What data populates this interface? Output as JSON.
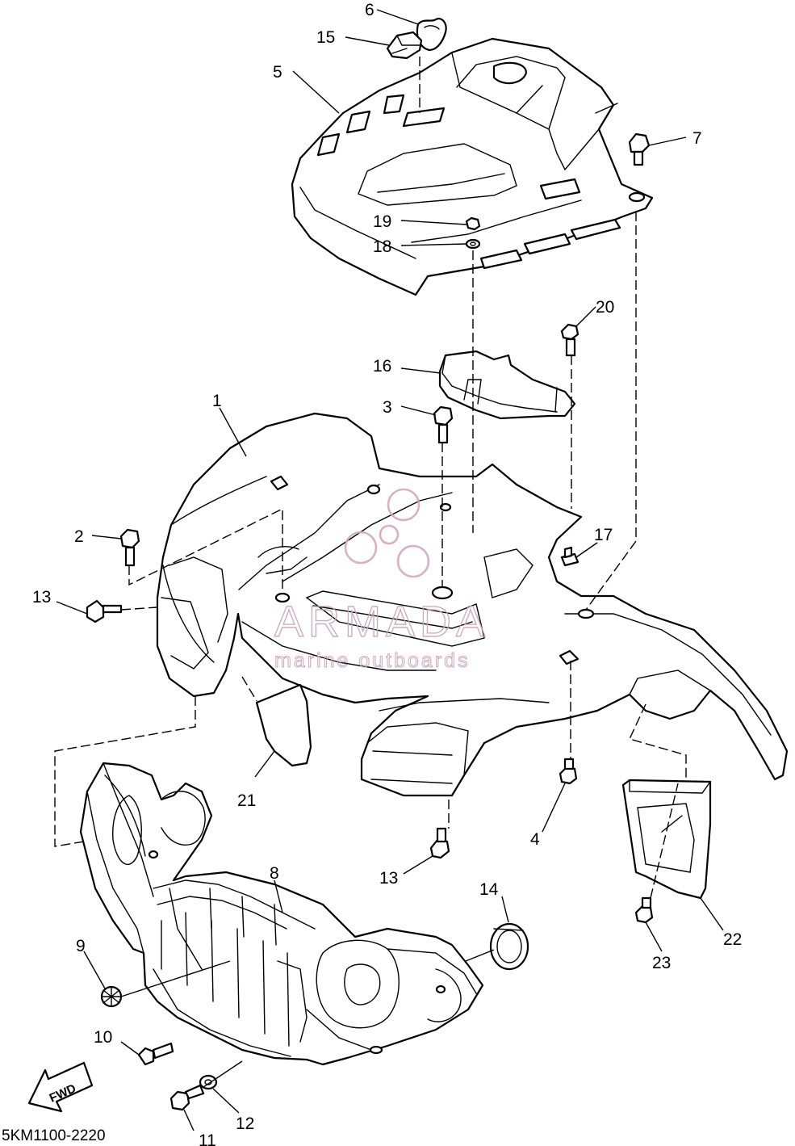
{
  "diagram_code": "5KM1100-2220",
  "watermark": {
    "brand": "ARMADA",
    "tagline": "marine outboards"
  },
  "direction_label": "FWD",
  "callouts": [
    "1",
    "2",
    "3",
    "4",
    "5",
    "6",
    "7",
    "8",
    "9",
    "10",
    "11",
    "12",
    "13",
    "13",
    "14",
    "15",
    "16",
    "17",
    "18",
    "19",
    "20",
    "21",
    "22",
    "23"
  ]
}
